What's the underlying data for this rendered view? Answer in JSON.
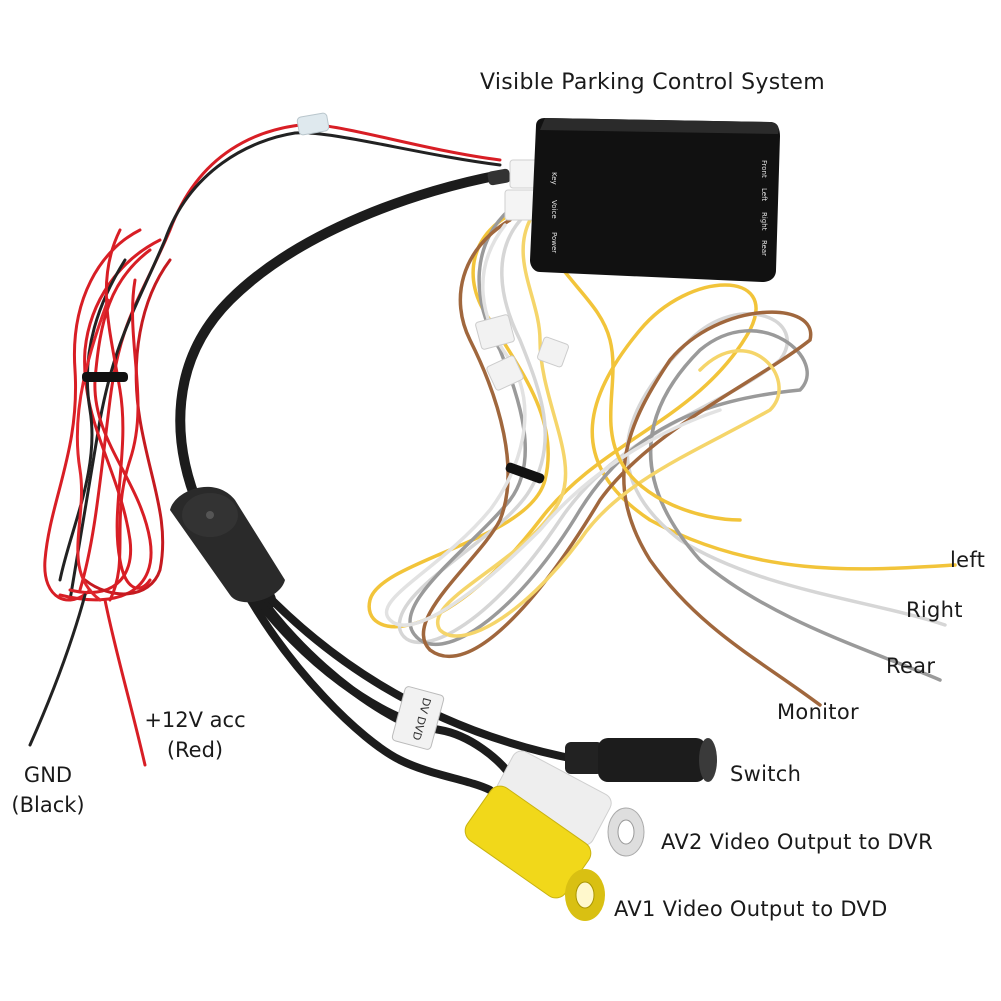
{
  "title": "Visible Parking Control System",
  "control_box": {
    "left_labels": [
      "Key",
      "Voice",
      "Power"
    ],
    "right_labels": [
      "Front",
      "Left",
      "Right",
      "Rear"
    ]
  },
  "tag_text": "DV DVD",
  "labels": {
    "left": "left",
    "right": "Right",
    "rear": "Rear",
    "monitor": "Monitor",
    "switch": "Switch",
    "av2": "AV2 Video Output to DVR",
    "av1": "AV1 Video Output to DVD",
    "acc_line1": "+12V acc",
    "acc_line2": "(Red)",
    "gnd_line1": "GND",
    "gnd_line2": "(Black)"
  },
  "colors": {
    "red_wire": "#d81e25",
    "black_wire": "#222222",
    "yellow_wire": "#f2c43a",
    "white_wire": "#d9d9d9",
    "brown_wire": "#a0673d",
    "gray_wire": "#9a9a9a",
    "box": "#111111",
    "rca_yellow": "#f1d81a"
  }
}
